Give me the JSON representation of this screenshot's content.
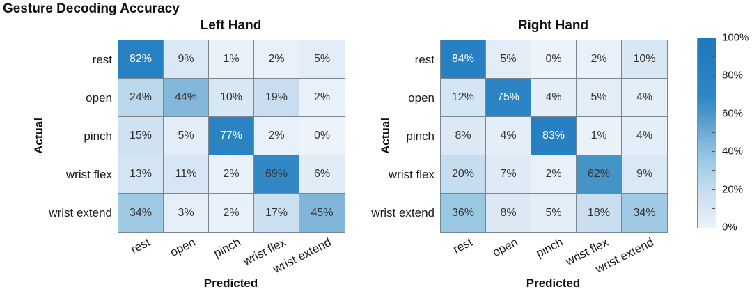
{
  "title": "Gesture Decoding Accuracy",
  "chart_data": {
    "type": "heatmap",
    "value_suffix": "%",
    "panels": [
      {
        "title": "Left Hand",
        "xlabel": "Predicted",
        "ylabel": "Actual",
        "rows": [
          "rest",
          "open",
          "pinch",
          "wrist flex",
          "wrist extend"
        ],
        "cols": [
          "rest",
          "open",
          "pinch",
          "wrist flex",
          "wrist extend"
        ],
        "values": [
          [
            82,
            9,
            1,
            2,
            5
          ],
          [
            24,
            44,
            10,
            19,
            2
          ],
          [
            15,
            5,
            77,
            2,
            0
          ],
          [
            13,
            11,
            2,
            69,
            6
          ],
          [
            34,
            3,
            2,
            17,
            45
          ]
        ]
      },
      {
        "title": "Right Hand",
        "xlabel": "Predicted",
        "ylabel": "Actual",
        "rows": [
          "rest",
          "open",
          "pinch",
          "wrist flex",
          "wrist extend"
        ],
        "cols": [
          "rest",
          "open",
          "pinch",
          "wrist flex",
          "wrist extend"
        ],
        "values": [
          [
            84,
            5,
            0,
            2,
            10
          ],
          [
            12,
            75,
            4,
            5,
            4
          ],
          [
            8,
            4,
            83,
            1,
            4
          ],
          [
            20,
            7,
            2,
            62,
            9
          ],
          [
            36,
            8,
            5,
            18,
            34
          ]
        ]
      }
    ],
    "colorbar": {
      "min": 0,
      "max": 100,
      "tick_labels": [
        "100%",
        "80%",
        "60%",
        "40%",
        "20%",
        "0%"
      ],
      "tick_values": [
        100,
        80,
        60,
        40,
        20,
        0
      ]
    },
    "colorscale": [
      {
        "v": 0,
        "color": "#ecf3fa"
      },
      {
        "v": 10,
        "color": "#d8e7f4"
      },
      {
        "v": 20,
        "color": "#c6dcef"
      },
      {
        "v": 35,
        "color": "#9dc9e3"
      },
      {
        "v": 45,
        "color": "#81b6da"
      },
      {
        "v": 60,
        "color": "#4a97c9"
      },
      {
        "v": 70,
        "color": "#2e86c5"
      },
      {
        "v": 100,
        "color": "#1d79bd"
      }
    ],
    "white_text_threshold": 72,
    "colors": {
      "cell_text_dark": "#333333",
      "cell_text_light": "#ffffff",
      "gridline": "#7b8790"
    }
  }
}
